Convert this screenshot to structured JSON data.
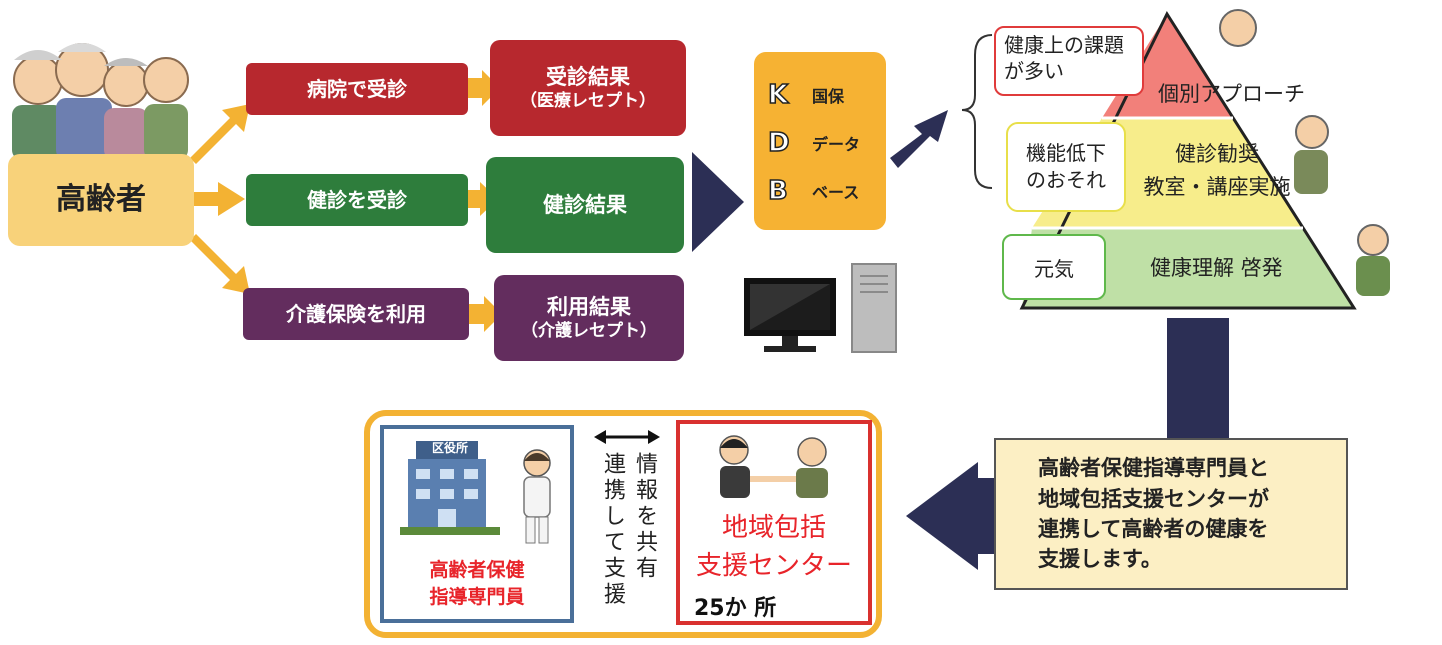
{
  "elderly": {
    "label": "高齢者",
    "color": "#f8d27a"
  },
  "flows": [
    {
      "action": "病院で受診",
      "result_line1": "受診結果",
      "result_line2": "（医療レセプト）",
      "color": "#b7282e"
    },
    {
      "action": "健診を受診",
      "result_line1": "健診結果",
      "result_line2": "",
      "color": "#2e7d3c"
    },
    {
      "action": "介護保険を利用",
      "result_line1": "利用結果",
      "result_line2": "（介護レセプト）",
      "color": "#632d5e"
    }
  ],
  "kdb": {
    "rows": [
      {
        "letter": "K",
        "text": "国保"
      },
      {
        "letter": "D",
        "text": "データ"
      },
      {
        "letter": "B",
        "text": "ベース"
      }
    ],
    "color": "#f6b233"
  },
  "pyramid": {
    "top": {
      "label": "個別アプローチ",
      "note_line1": "健康上の課題",
      "note_line2": "が多い",
      "color": "#f2807a",
      "note_border": "#e03b3b"
    },
    "middle": {
      "label_line1": "健診勧奨",
      "label_line2": "教室・講座実施",
      "note_line1": "機能低下",
      "note_line2": "のおそれ",
      "color": "#f7ed8b",
      "note_border": "#e8df4a"
    },
    "bottom": {
      "label": "健康理解 啓発",
      "note": "元気",
      "color": "#bfe0a6",
      "note_border": "#5fb84b"
    }
  },
  "summary": {
    "lines": [
      "高齢者保健指導専門員と",
      "地域包括支援センターが",
      "連携して高齢者の健康を",
      "支援します。"
    ],
    "color": "#fcefc4"
  },
  "bottom_panel": {
    "ward_office_sign": "区役所",
    "specialist_line1": "高齢者保健",
    "specialist_line2": "指導専門員",
    "share_line1": "情報を共有",
    "share_line2": "連携して支援",
    "center_line1": "地域包括",
    "center_line2": "支援センター",
    "center_count": "25か 所",
    "frame_color": "#f3b233",
    "left_border": "#4a6f99",
    "right_border": "#d9312f",
    "red_text": "#e8242a"
  },
  "arrow_color": "#f3b233",
  "navy": "#2c2f55"
}
